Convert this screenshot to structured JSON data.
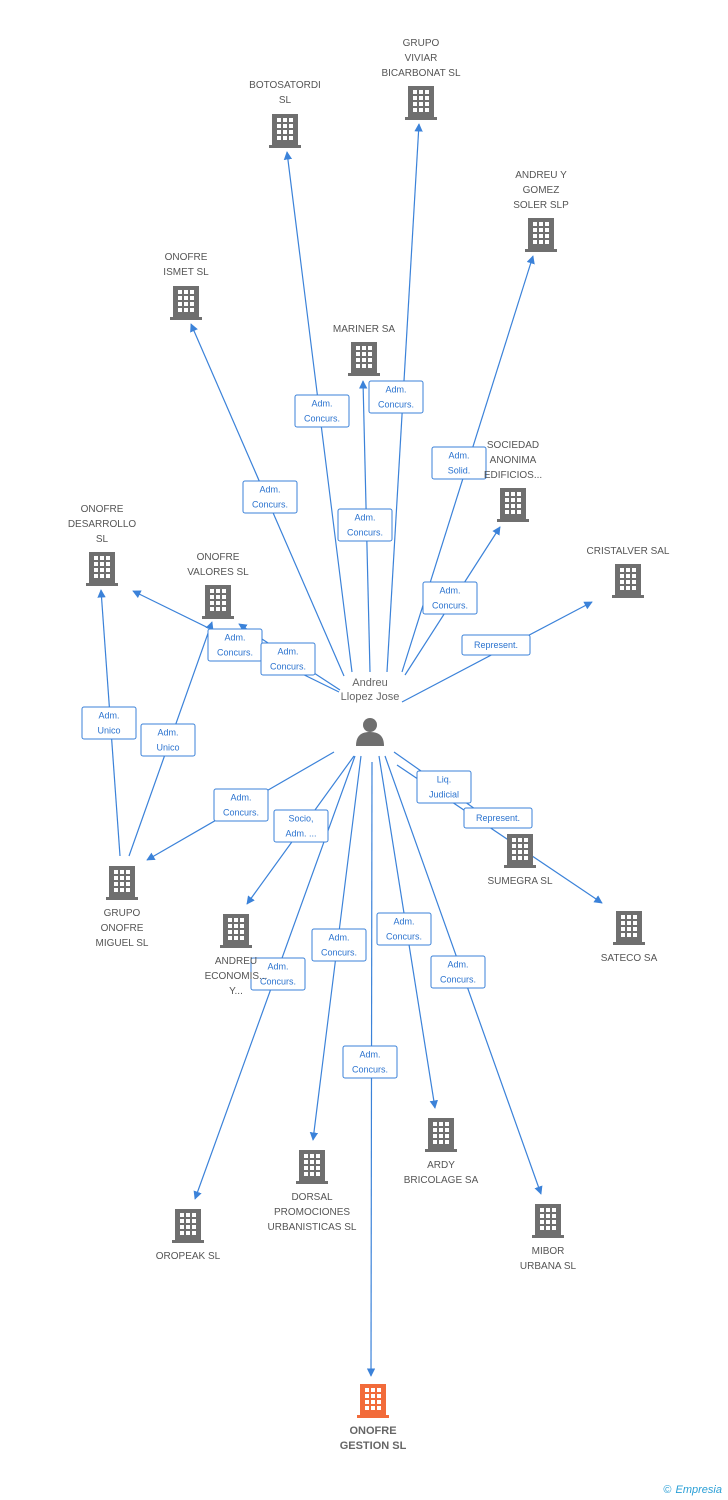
{
  "center": {
    "label_lines": [
      "Andreu",
      "Llopez Jose"
    ]
  },
  "companies": [
    {
      "id": "botosatordi",
      "lines": [
        "BOTOSATORDI",
        "SL"
      ]
    },
    {
      "id": "grupo-viviar",
      "lines": [
        "GRUPO",
        "VIVIAR",
        "BICARBONAT SL"
      ]
    },
    {
      "id": "andreu-gomez",
      "lines": [
        "ANDREU Y",
        "GOMEZ",
        "SOLER SLP"
      ]
    },
    {
      "id": "onofre-ismet",
      "lines": [
        "ONOFRE",
        "ISMET SL"
      ]
    },
    {
      "id": "mariner",
      "lines": [
        "MARINER SA"
      ]
    },
    {
      "id": "sociedad-anonima",
      "lines": [
        "SOCIEDAD",
        "ANONIMA",
        "EDIFICIOS..."
      ]
    },
    {
      "id": "onofre-desarrollo",
      "lines": [
        "ONOFRE",
        "DESARROLLO",
        "SL"
      ]
    },
    {
      "id": "onofre-valores",
      "lines": [
        "ONOFRE",
        "VALORES SL"
      ]
    },
    {
      "id": "cristalver",
      "lines": [
        "CRISTALVER SAL"
      ]
    },
    {
      "id": "grupo-onofre-miguel",
      "lines": [
        "GRUPO",
        "ONOFRE",
        "MIGUEL SL"
      ]
    },
    {
      "id": "andreu-economis",
      "lines": [
        "ANDREU",
        "ECONOMIS...",
        "Y..."
      ]
    },
    {
      "id": "sumegra",
      "lines": [
        "SUMEGRA SL"
      ]
    },
    {
      "id": "sateco",
      "lines": [
        "SATECO SA"
      ]
    },
    {
      "id": "ardy",
      "lines": [
        "ARDY",
        "BRICOLAGE SA"
      ]
    },
    {
      "id": "dorsal",
      "lines": [
        "DORSAL",
        "PROMOCIONES",
        "URBANISTICAS SL"
      ]
    },
    {
      "id": "mibor",
      "lines": [
        "MIBOR",
        "URBANA SL"
      ]
    },
    {
      "id": "oropeak",
      "lines": [
        "OROPEAK SL"
      ]
    },
    {
      "id": "onofre-gestion",
      "lines": [
        "ONOFRE",
        "GESTION SL"
      ],
      "focus": true
    }
  ],
  "edges": [
    {
      "to": "botosatordi",
      "label": [
        "Adm.",
        "Concurs."
      ]
    },
    {
      "to": "grupo-viviar",
      "label": [
        "Adm.",
        "Concurs."
      ]
    },
    {
      "to": "andreu-gomez",
      "label": [
        "Adm.",
        "Solid."
      ]
    },
    {
      "to": "onofre-ismet",
      "label": [
        "Adm.",
        "Concurs."
      ]
    },
    {
      "to": "mariner",
      "label": [
        "Adm.",
        "Concurs."
      ]
    },
    {
      "to": "sociedad-anonima",
      "label": [
        "Adm.",
        "Concurs."
      ]
    },
    {
      "to": "onofre-desarrollo",
      "label": [
        "Adm.",
        "Concurs."
      ]
    },
    {
      "to": "onofre-valores",
      "label": [
        "Adm.",
        "Concurs."
      ]
    },
    {
      "to": "cristalver",
      "label": [
        "Represent."
      ]
    },
    {
      "to": "grupo-onofre-miguel",
      "label": [
        "Adm.",
        "Concurs."
      ]
    },
    {
      "to": "andreu-economis",
      "label": [
        "Socio,",
        "Adm. ..."
      ]
    },
    {
      "to": "sumegra",
      "label": [
        "Liq.",
        "Judicial"
      ]
    },
    {
      "to": "sateco",
      "label": [
        "Represent."
      ]
    },
    {
      "to": "ardy",
      "label": [
        "Adm.",
        "Concurs."
      ]
    },
    {
      "to": "dorsal",
      "label": [
        "Adm.",
        "Concurs."
      ]
    },
    {
      "to": "mibor",
      "label": [
        "Adm.",
        "Concurs."
      ]
    },
    {
      "to": "oropeak",
      "label": [
        "Adm.",
        "Concurs."
      ]
    },
    {
      "to": "onofre-gestion",
      "label": [
        "Adm.",
        "Concurs."
      ]
    },
    {
      "from": "grupo-onofre-miguel",
      "to": "onofre-desarrollo",
      "label": [
        "Adm.",
        "Unico"
      ]
    },
    {
      "from": "grupo-onofre-miguel",
      "to": "onofre-valores",
      "label": [
        "Adm.",
        "Unico"
      ]
    }
  ],
  "colors": {
    "edge": "#3b82d9",
    "building": "#6f6f6f",
    "focus_building": "#f26b3a",
    "person": "#6f6f6f"
  },
  "footer": {
    "copyright": "©",
    "brand": "Empresia"
  }
}
